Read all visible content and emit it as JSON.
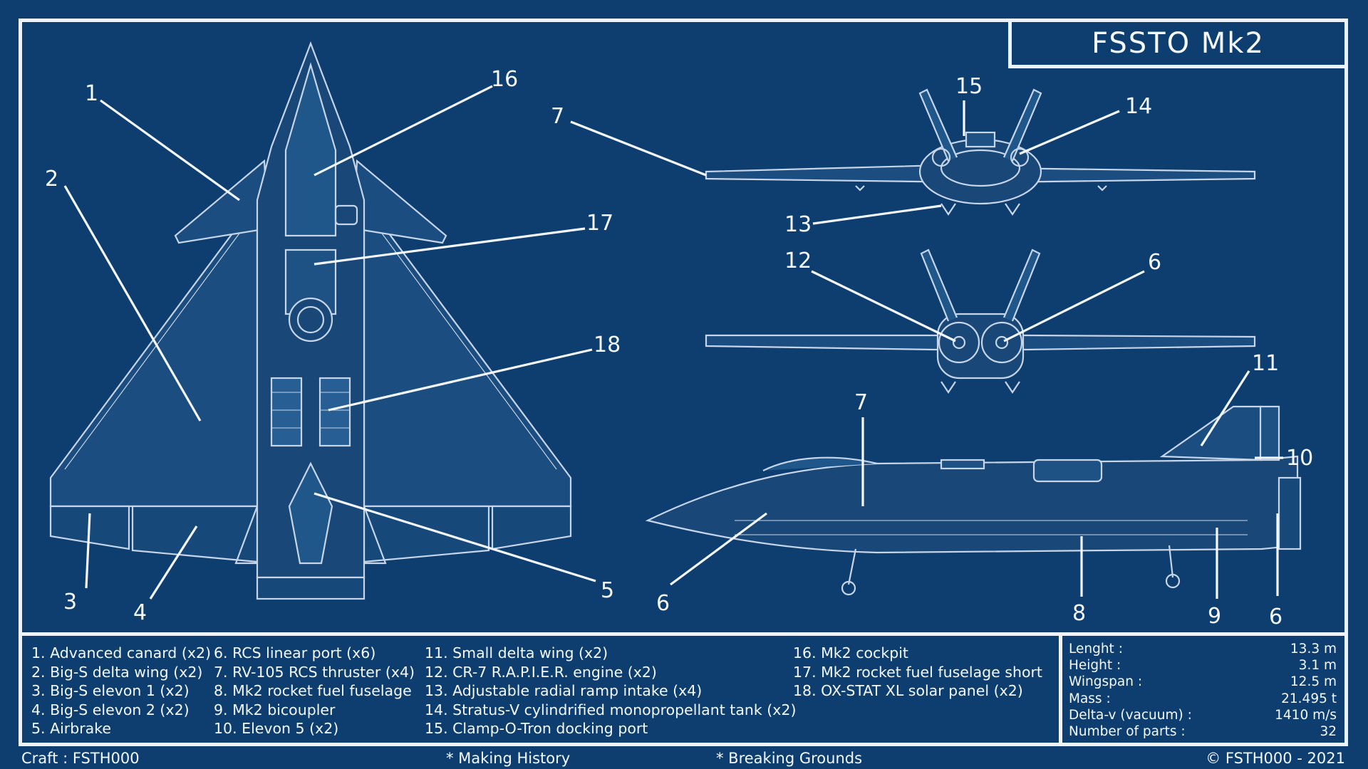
{
  "title": "FSSTO Mk2",
  "callouts": {
    "top_view": [
      "1",
      "16",
      "2",
      "17",
      "18",
      "3",
      "4",
      "5"
    ],
    "front_view": [
      "15",
      "7",
      "14",
      "13"
    ],
    "rear_view": [
      "12",
      "6"
    ],
    "side_view": [
      "7",
      "11",
      "10",
      "6",
      "8",
      "9",
      "6"
    ]
  },
  "legend": {
    "col1": [
      "1. Advanced canard (x2)",
      "2. Big-S delta wing (x2)",
      "3. Big-S elevon 1 (x2)",
      "4. Big-S elevon 2 (x2)",
      "5. Airbrake"
    ],
    "col2": [
      "6. RCS linear port (x6)",
      "7. RV-105 RCS thruster (x4)",
      "8. Mk2 rocket fuel fuselage",
      "9. Mk2 bicoupler",
      "10. Elevon 5 (x2)"
    ],
    "col3": [
      "11. Small delta wing (x2)",
      "12. CR-7 R.A.P.I.E.R. engine (x2)",
      "13. Adjustable radial ramp intake (x4)",
      "14. Stratus-V cylindrified monopropellant tank (x2)",
      "15. Clamp-O-Tron docking port"
    ],
    "col4": [
      "16. Mk2 cockpit",
      "17. Mk2 rocket fuel fuselage short",
      "18. OX-STAT XL solar panel (x2)"
    ]
  },
  "stats": [
    {
      "label": "Lenght :",
      "value": "13.3 m"
    },
    {
      "label": "Height :",
      "value": "3.1 m"
    },
    {
      "label": "Wingspan :",
      "value": "12.5 m"
    },
    {
      "label": "Mass :",
      "value": "21.495 t"
    },
    {
      "label": "Delta-v (vacuum) :",
      "value": "1410 m/s"
    },
    {
      "label": "Number of parts :",
      "value": "32"
    }
  ],
  "footer": {
    "craft": "Craft : FSTH000",
    "dlc1": "* Making History",
    "dlc2": "* Breaking Grounds",
    "copyright": "© FSTH000 - 2021"
  },
  "colors": {
    "background": "#0e3e6f",
    "line": "#eef4ff"
  }
}
